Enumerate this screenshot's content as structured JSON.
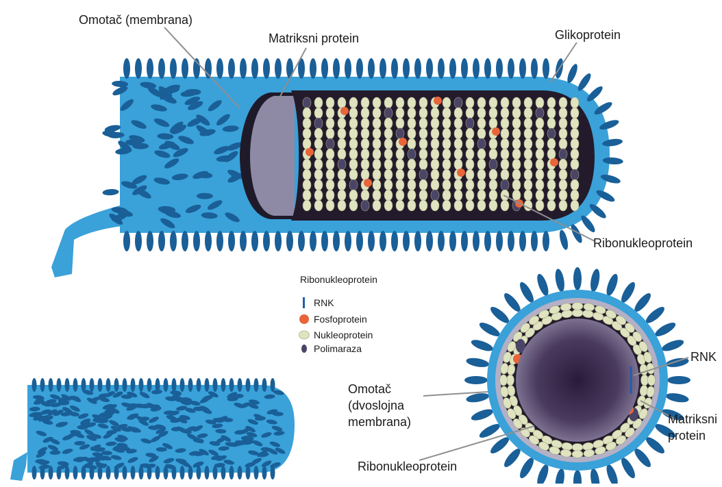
{
  "labels": {
    "envelope_top": "Omotač (membrana)",
    "matrix_top": "Matriksni protein",
    "glycoprotein": "Glikoprotein",
    "rnp_main": "Ribonukleoprotein",
    "rnk_cross": "RNK",
    "envelope_cross": "Omotač (dvoslojna membrana)",
    "matrix_cross": "Matriksni protein",
    "rnp_cross": "Ribonukleoprotein"
  },
  "legend": {
    "title": "Ribonukleoprotein",
    "items": [
      {
        "label": "RNK",
        "icon": "rna-strand-icon",
        "color": "#1f5fa8"
      },
      {
        "label": "Fosfoprotein",
        "icon": "phosphoprotein-icon",
        "color": "#e8653a"
      },
      {
        "label": "Nukleoprotein",
        "icon": "nucleoprotein-icon",
        "color": "#dfe3bf"
      },
      {
        "label": "Polimaraza",
        "icon": "polymerase-icon",
        "color": "#4a4566"
      }
    ]
  },
  "colors": {
    "envelope": "#3aa1d9",
    "spike": "#1a5f97",
    "matrix": "#8e8aa6",
    "interior": "#231a2b",
    "nucleoprotein": "#dfe3bf",
    "phosphoprotein": "#e8653a",
    "polymerase": "#4a4566"
  }
}
